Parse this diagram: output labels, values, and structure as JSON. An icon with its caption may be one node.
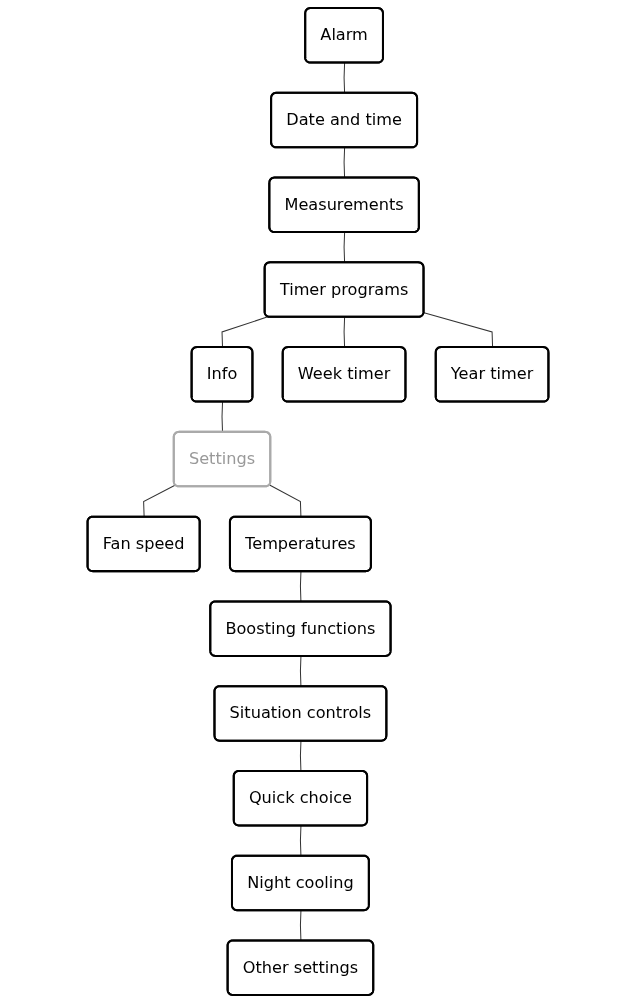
{
  "diagram": {
    "nodes": [
      {
        "text": [
          "Alarm"
        ]
      },
      {
        "text": [
          "Date and time"
        ]
      },
      {
        "text": [
          "Measurements"
        ]
      },
      {
        "text": [
          "Timer programs"
        ]
      },
      {
        "text": [
          "Info"
        ]
      },
      {
        "text": [
          "Settings"
        ]
      },
      {
        "text": [
          "Week timer"
        ]
      },
      {
        "text": [
          "Year timer"
        ]
      },
      {
        "text": [
          "Fan speed"
        ]
      },
      {
        "text": [
          "Temperatures"
        ]
      },
      {
        "text": [
          "Boosting functions"
        ]
      },
      {
        "text": [
          "Situation controls"
        ]
      },
      {
        "text": [
          "Quick choice"
        ]
      },
      {
        "text": [
          "Night cooling"
        ]
      },
      {
        "text": [
          "Other settings"
        ]
      }
    ],
    "edges": [
      {
        "from": 0,
        "to": 1,
        "arrow": "none"
      },
      {
        "from": 1,
        "to": 2,
        "arrow": "none"
      },
      {
        "from": 2,
        "to": 3,
        "arrow": "none"
      },
      {
        "from": 3,
        "to": 4,
        "arrow": "none"
      },
      {
        "from": 4,
        "to": 5,
        "arrow": "none"
      },
      {
        "from": 3,
        "to": 6,
        "arrow": "none"
      },
      {
        "from": 3,
        "to": 7,
        "arrow": "none"
      },
      {
        "from": 5,
        "to": 8,
        "arrow": "none"
      },
      {
        "from": 5,
        "to": 9,
        "arrow": "none"
      },
      {
        "from": 9,
        "to": 10,
        "arrow": "none"
      },
      {
        "from": 10,
        "to": 11,
        "arrow": "none"
      },
      {
        "from": 11,
        "to": 12,
        "arrow": "none"
      },
      {
        "from": 12,
        "to": 13,
        "arrow": "none"
      },
      {
        "from": 13,
        "to": 14,
        "arrow": "none"
      }
    ]
  }
}
